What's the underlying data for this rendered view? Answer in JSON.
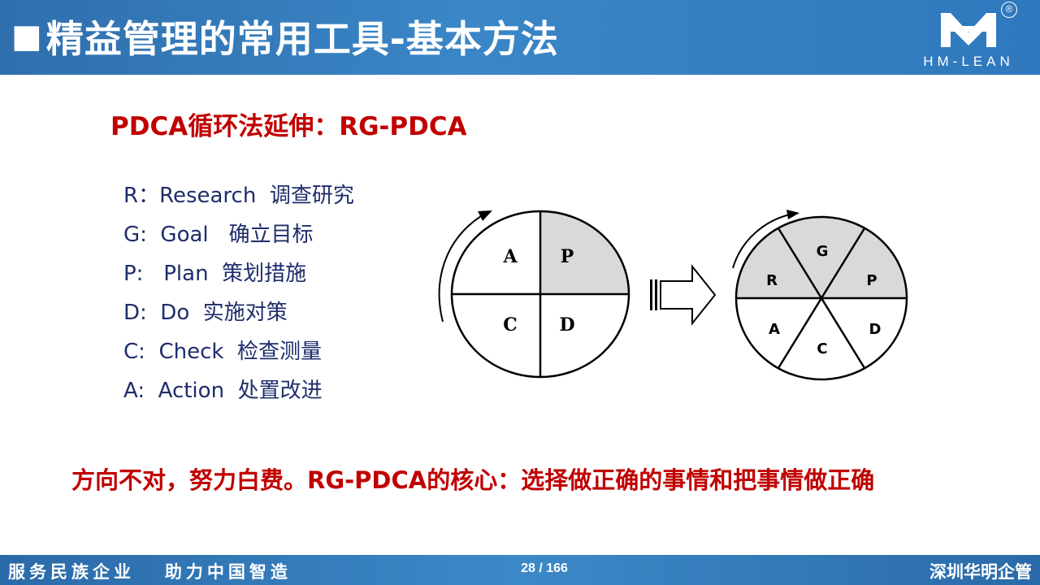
{
  "header": {
    "bullet": "■",
    "title": "精益管理的常用工具-基本方法",
    "logo_text": "HM-LEAN",
    "registered_mark": "®"
  },
  "subtitle": "PDCA循环法延伸：RG-PDCA",
  "definitions": [
    "R：Research  调查研究",
    "G:  Goal   确立目标",
    "P:   Plan  策划措施",
    "D:  Do  实施对策",
    "C:  Check  检查测量",
    "A:  Action  处置改进"
  ],
  "pdca_circle": {
    "labels": [
      "A",
      "P",
      "C",
      "D"
    ],
    "shaded_color": "#d9d9d9"
  },
  "rgpdca_circle": {
    "labels": [
      "R",
      "G",
      "P",
      "D",
      "C",
      "A"
    ],
    "shaded_color": "#d9d9d9"
  },
  "arrow_icon": "right-arrow",
  "conclusion": "方向不对，努力白费。RG-PDCA的核心：选择做正确的事情和把事情做正确",
  "footer": {
    "slogan": "服务民族企业   助力中国智造",
    "page": "28 / 166",
    "company": "深圳华明企管"
  },
  "colors": {
    "header_bg": "#3a86c6",
    "subtitle": "#c00000",
    "definition_text": "#1f2d6b",
    "footer_bg": "#2f78bd"
  }
}
